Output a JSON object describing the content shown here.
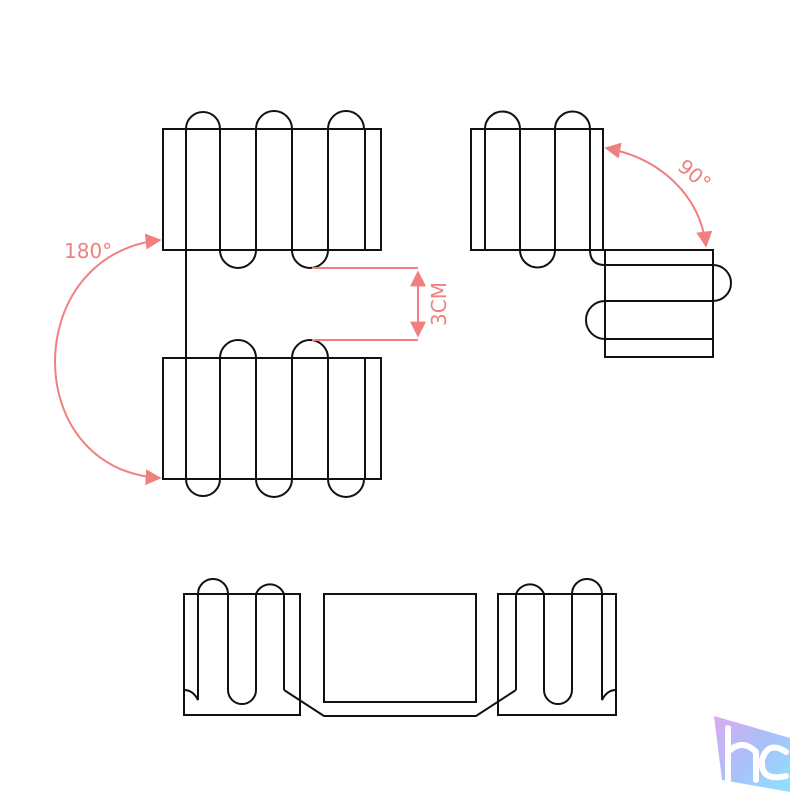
{
  "annotations": {
    "angle_180": "180°",
    "angle_90": "90°",
    "gap": "3CM"
  },
  "colors": {
    "ink": "#111111",
    "dimension": "#f08080",
    "background": "#ffffff"
  },
  "logo": {
    "text": "hc",
    "icon": "hc-logo-icon"
  }
}
